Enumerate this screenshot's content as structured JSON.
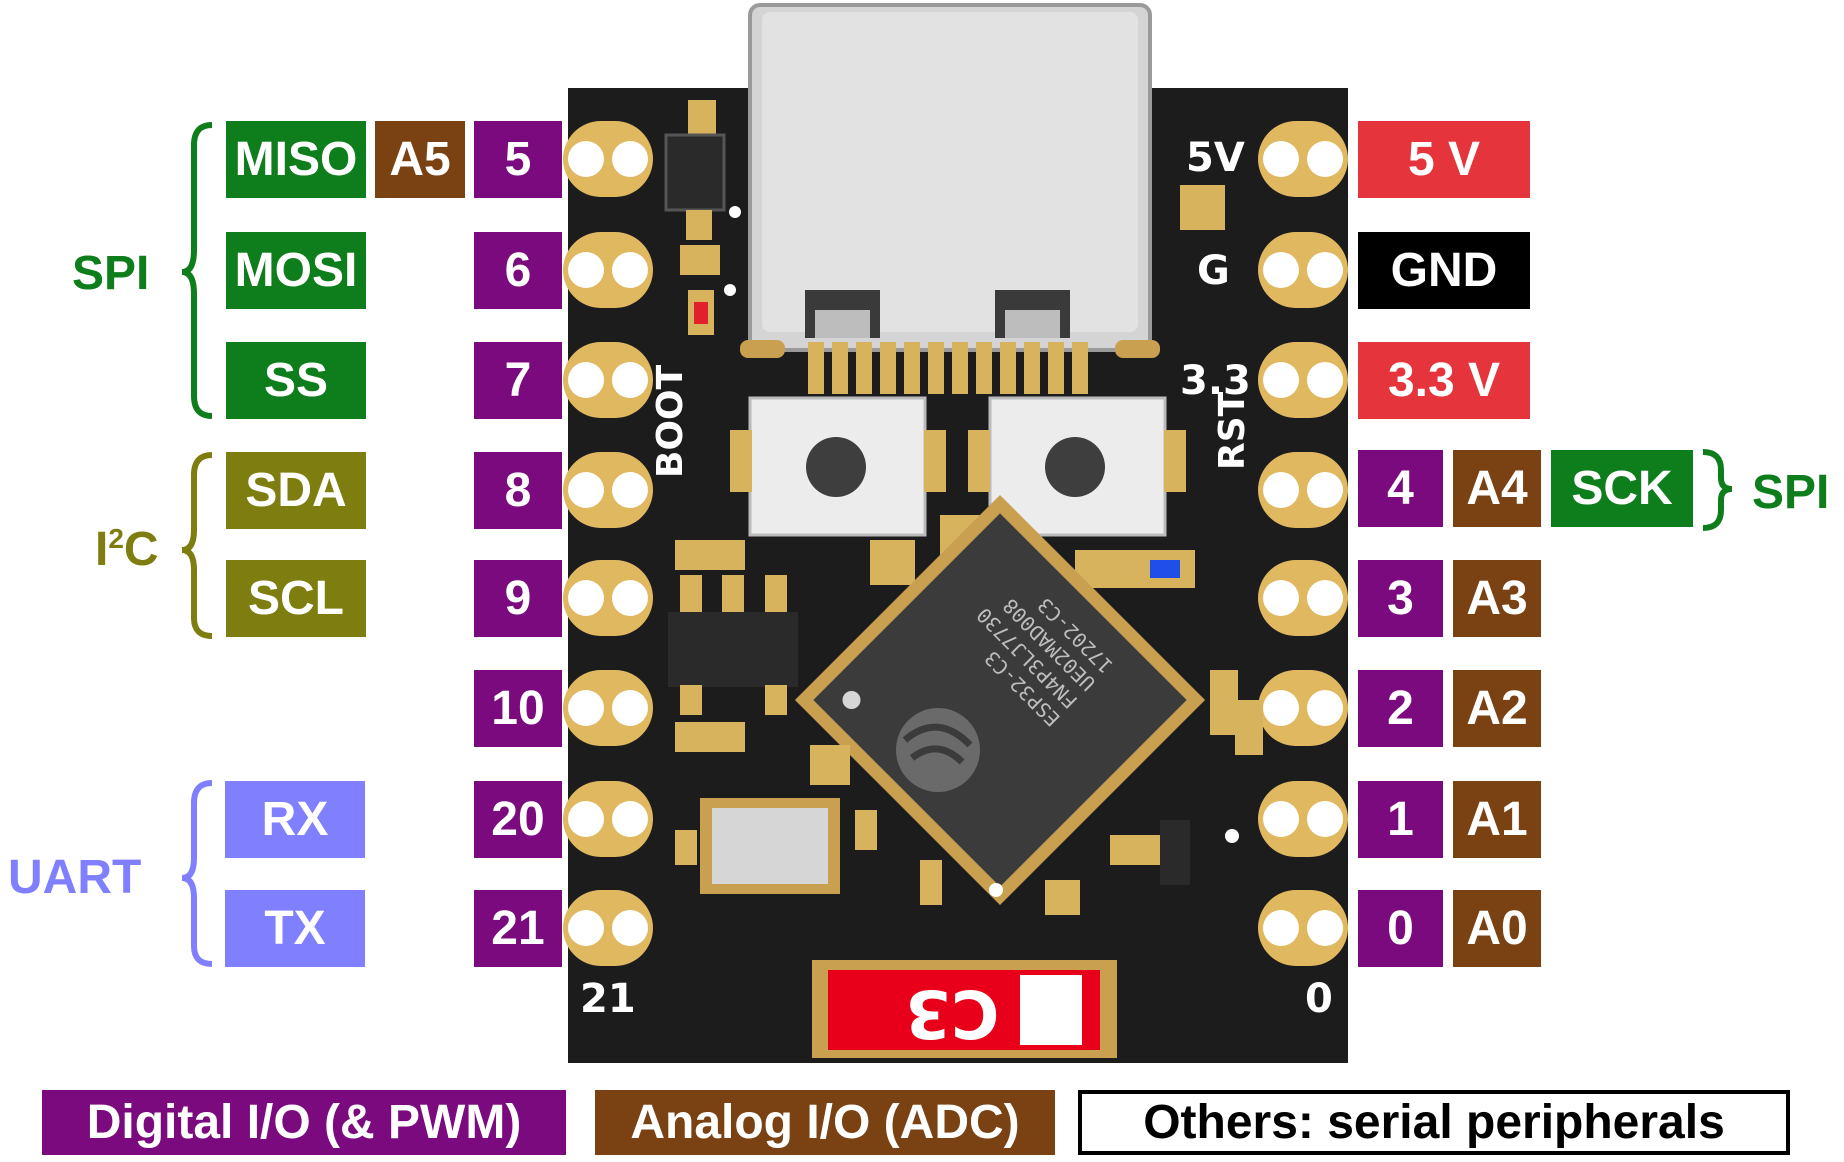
{
  "colors": {
    "digital": "#7b0a7e",
    "analog": "#7a4112",
    "spi": "#0e7d1c",
    "i2c": "#7d7d10",
    "uart": "#8080ff",
    "power": "#e5343c",
    "gnd": "#000000",
    "board": "#1a1a1a",
    "pad": "#e0b860"
  },
  "left_pins": [
    {
      "num": "5",
      "analog": "A5",
      "func": "MISO"
    },
    {
      "num": "6",
      "func": "MOSI"
    },
    {
      "num": "7",
      "func": "SS"
    },
    {
      "num": "8",
      "func": "SDA"
    },
    {
      "num": "9",
      "func": "SCL"
    },
    {
      "num": "10"
    },
    {
      "num": "20",
      "func": "RX"
    },
    {
      "num": "21",
      "func": "TX"
    }
  ],
  "right_pins": [
    {
      "power": "5 V"
    },
    {
      "power": "GND"
    },
    {
      "power": "3.3 V"
    },
    {
      "num": "4",
      "analog": "A4",
      "func": "SCK"
    },
    {
      "num": "3",
      "analog": "A3"
    },
    {
      "num": "2",
      "analog": "A2"
    },
    {
      "num": "1",
      "analog": "A1"
    },
    {
      "num": "0",
      "analog": "A0"
    }
  ],
  "groups": {
    "spi_left": "SPI",
    "i2c_base": "I",
    "i2c_sup": "2",
    "i2c_tail": "C",
    "uart": "UART",
    "spi_right": "SPI"
  },
  "board": {
    "silk_5v": "5V",
    "silk_g": "G",
    "silk_33": "3.3",
    "silk_boot": "BOOT",
    "silk_rst": "RST",
    "silk_21": "21",
    "silk_0": "0",
    "chip_lines": [
      "ESP32-C3",
      "FN4P3LJ7730",
      "UE02MAD008",
      "17202-C3"
    ],
    "logo_text": "C3"
  },
  "legend": {
    "digital": "Digital I/O (& PWM)",
    "analog": "Analog I/O (ADC)",
    "others": "Others: serial peripherals"
  },
  "icons": [
    "usb-c-connector-icon",
    "button-icon",
    "chip-icon",
    "espressif-logo-icon"
  ]
}
